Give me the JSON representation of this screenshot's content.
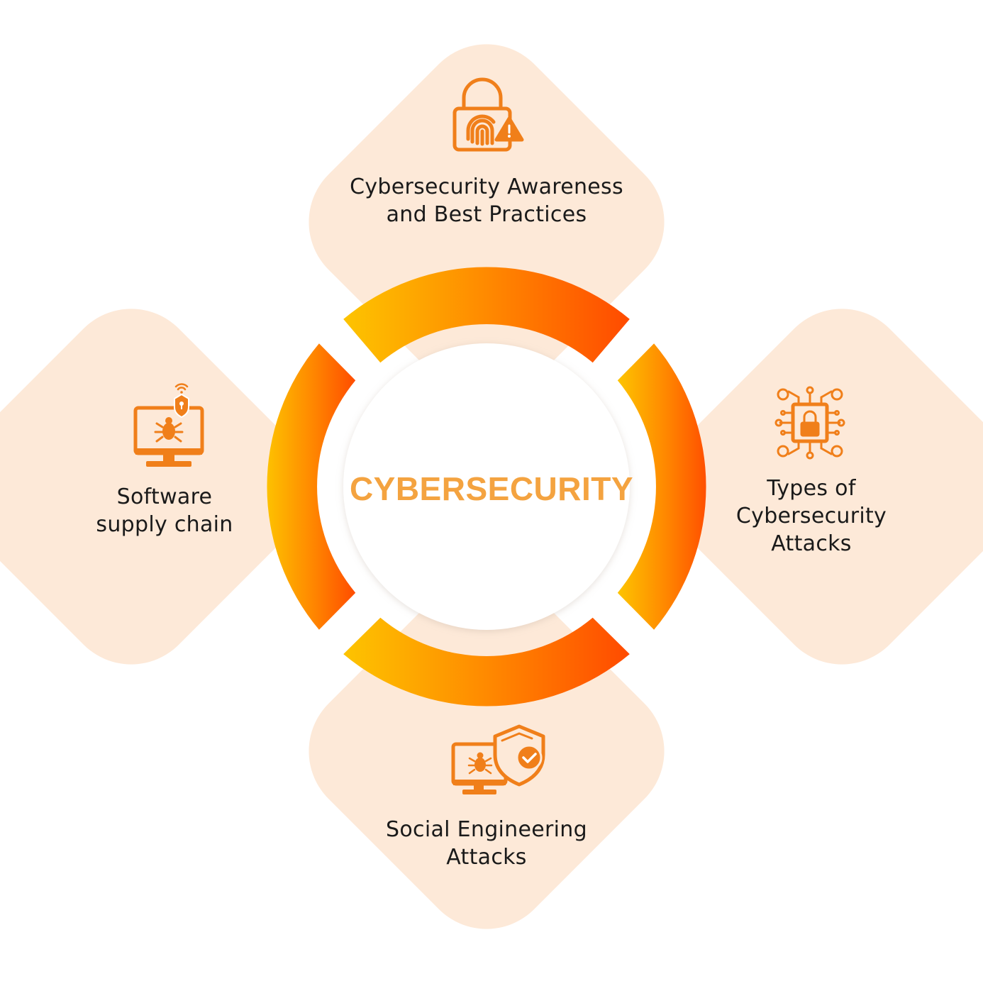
{
  "center": {
    "title": "CYBERSECURITY"
  },
  "petals": {
    "top": {
      "lines": [
        "Cybersecurity Awareness",
        "and Best Practices"
      ],
      "icon": "lock-fingerprint-warning-icon"
    },
    "right": {
      "lines": [
        "Types of",
        "Cybersecurity",
        "Attacks"
      ],
      "icon": "circuit-lock-icon"
    },
    "bottom": {
      "lines": [
        "Social Engineering",
        "Attacks"
      ],
      "icon": "monitor-bug-shield-check-icon"
    },
    "left": {
      "lines": [
        "Software",
        "supply chain"
      ],
      "icon": "monitor-bug-wifi-lock-icon"
    }
  },
  "colors": {
    "petal_fill": "#FDE9D8",
    "icon": "#F07F1A",
    "ring_start": "#FDC500",
    "ring_mid": "#FF8A00",
    "ring_end": "#FF4A00",
    "title": "#F4A340"
  }
}
